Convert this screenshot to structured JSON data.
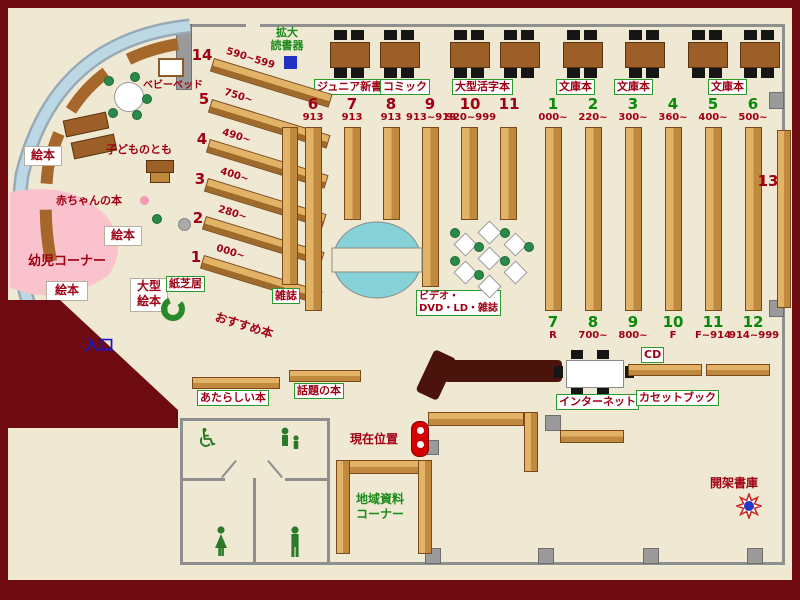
{
  "entrance_label": "入口",
  "magnifier_label": [
    "拡大",
    "読書器"
  ],
  "top_labels": [
    "ジュニア新書",
    "コミック",
    "大型活字本",
    "文庫本",
    "文庫本",
    "文庫本"
  ],
  "kids": {
    "ehon": [
      "絵本",
      "絵本",
      "絵本"
    ],
    "infant_corner": "幼児コーナー",
    "baby_books": "赤ちゃんの本",
    "kodomo_no_tomo": "子どものとも",
    "baby_bed": "ベビーベッド",
    "kamishibai": "紙芝居",
    "large_ehon": [
      "大型",
      "絵本"
    ]
  },
  "diagonal": [
    {
      "num": "14",
      "range": "590~599"
    },
    {
      "num": "5",
      "range": "750~"
    },
    {
      "num": "4",
      "range": "490~"
    },
    {
      "num": "3",
      "range": "400~"
    },
    {
      "num": "2",
      "range": "280~"
    },
    {
      "num": "1",
      "range": "000~"
    }
  ],
  "recommend_label": "おすすめ本",
  "magazine_label": "雑誌",
  "video_label": [
    "ビデオ・",
    "DVD・LD・雑誌"
  ],
  "left_stacks": [
    {
      "num": "6",
      "range": "913"
    },
    {
      "num": "7",
      "range": "913"
    },
    {
      "num": "8",
      "range": "913"
    },
    {
      "num": "9",
      "range": "913~919"
    },
    {
      "num": "10",
      "range": "920~999"
    },
    {
      "num": "11",
      "range": ""
    }
  ],
  "right_stacks_top": [
    {
      "num": "1",
      "range": "000~"
    },
    {
      "num": "2",
      "range": "220~"
    },
    {
      "num": "3",
      "range": "300~"
    },
    {
      "num": "4",
      "range": "360~"
    },
    {
      "num": "5",
      "range": "400~"
    },
    {
      "num": "6",
      "range": "500~"
    }
  ],
  "right_stacks_bottom": [
    {
      "num": "7",
      "range": "R"
    },
    {
      "num": "8",
      "range": "700~"
    },
    {
      "num": "9",
      "range": "800~"
    },
    {
      "num": "10",
      "range": "F"
    },
    {
      "num": "11",
      "range": "F~914"
    },
    {
      "num": "12",
      "range": "914~999"
    }
  ],
  "shelf_13": "13",
  "new_books_label": "あたらしい本",
  "topic_books_label": "話題の本",
  "current_position_label": "現在位置",
  "local_materials_label": [
    "地域資料",
    "コーナー"
  ],
  "internet_label": "インターネット",
  "cd_label": "CD",
  "cassette_label": "カセットブック",
  "open_stacks_label": "開架書庫",
  "colors": {
    "frame": "#6e0b10",
    "floor": "#efe8d2",
    "accent_red": "#a00014",
    "green": "#1a8a1a",
    "entrance_blue": "#1818cc",
    "marker_red": "#d40000",
    "shelf_tan": "#e2b366"
  }
}
